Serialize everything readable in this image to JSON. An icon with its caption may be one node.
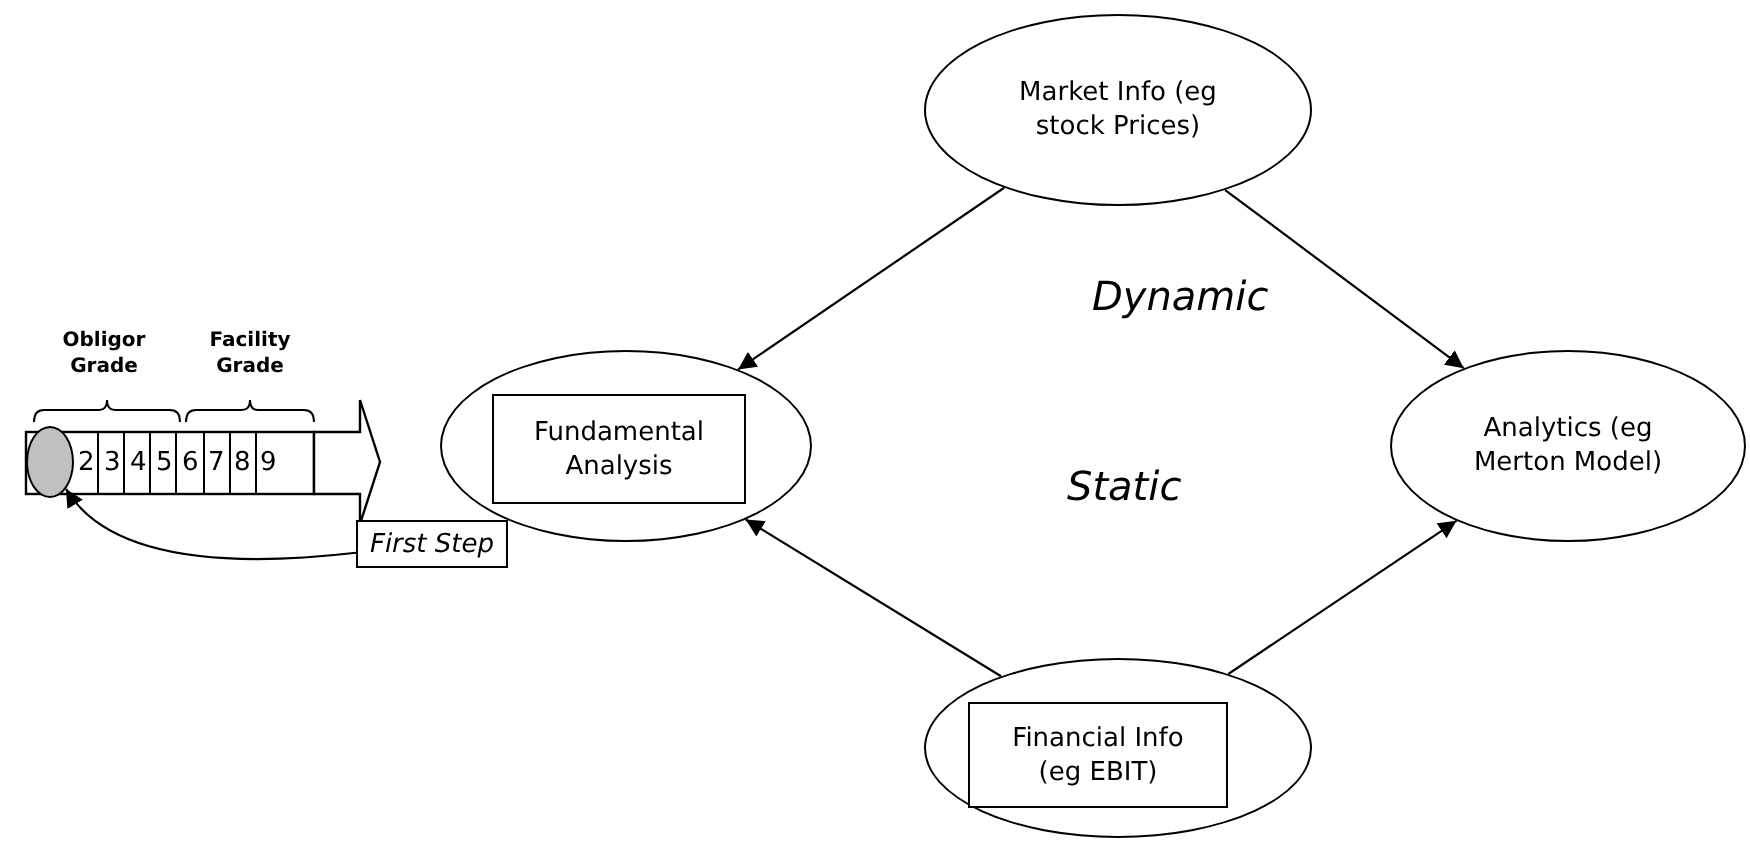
{
  "diagram": {
    "nodes": [
      {
        "text": [
          "Market Info (eg stock Prices)"
        ]
      },
      {
        "text": [],
        "shape": "ellipse"
      },
      {
        "text": [],
        "shape": "ellipse"
      },
      {
        "text": [
          "Fundamental Analysis"
        ],
        "in": 2
      },
      {
        "text": [
          "Analytics (eg Merton Model)"
        ]
      },
      {
        "text": [
          "First Step"
        ]
      },
      {
        "text": [],
        "shape": "ellipse"
      },
      {
        "text": [
          "Financial Info (eg EBIT)"
        ],
        "in": 6
      }
    ],
    "edges": [
      {
        "from": 0,
        "to": 2,
        "arrow": "to"
      },
      {
        "from": 0,
        "to": 4,
        "arrow": "to"
      },
      {
        "from": 6,
        "to": 2,
        "arrow": "to"
      },
      {
        "from": 6,
        "to": 4,
        "arrow": "to"
      },
      {
        "from": 5,
        "to": 1,
        "arrow": "to"
      }
    ],
    "labels": [
      "Obligor Grade",
      "Facility Grade",
      "2",
      "3",
      "4",
      "5",
      "6",
      "7",
      "8",
      "9",
      "Dynamic",
      "Static"
    ]
  }
}
